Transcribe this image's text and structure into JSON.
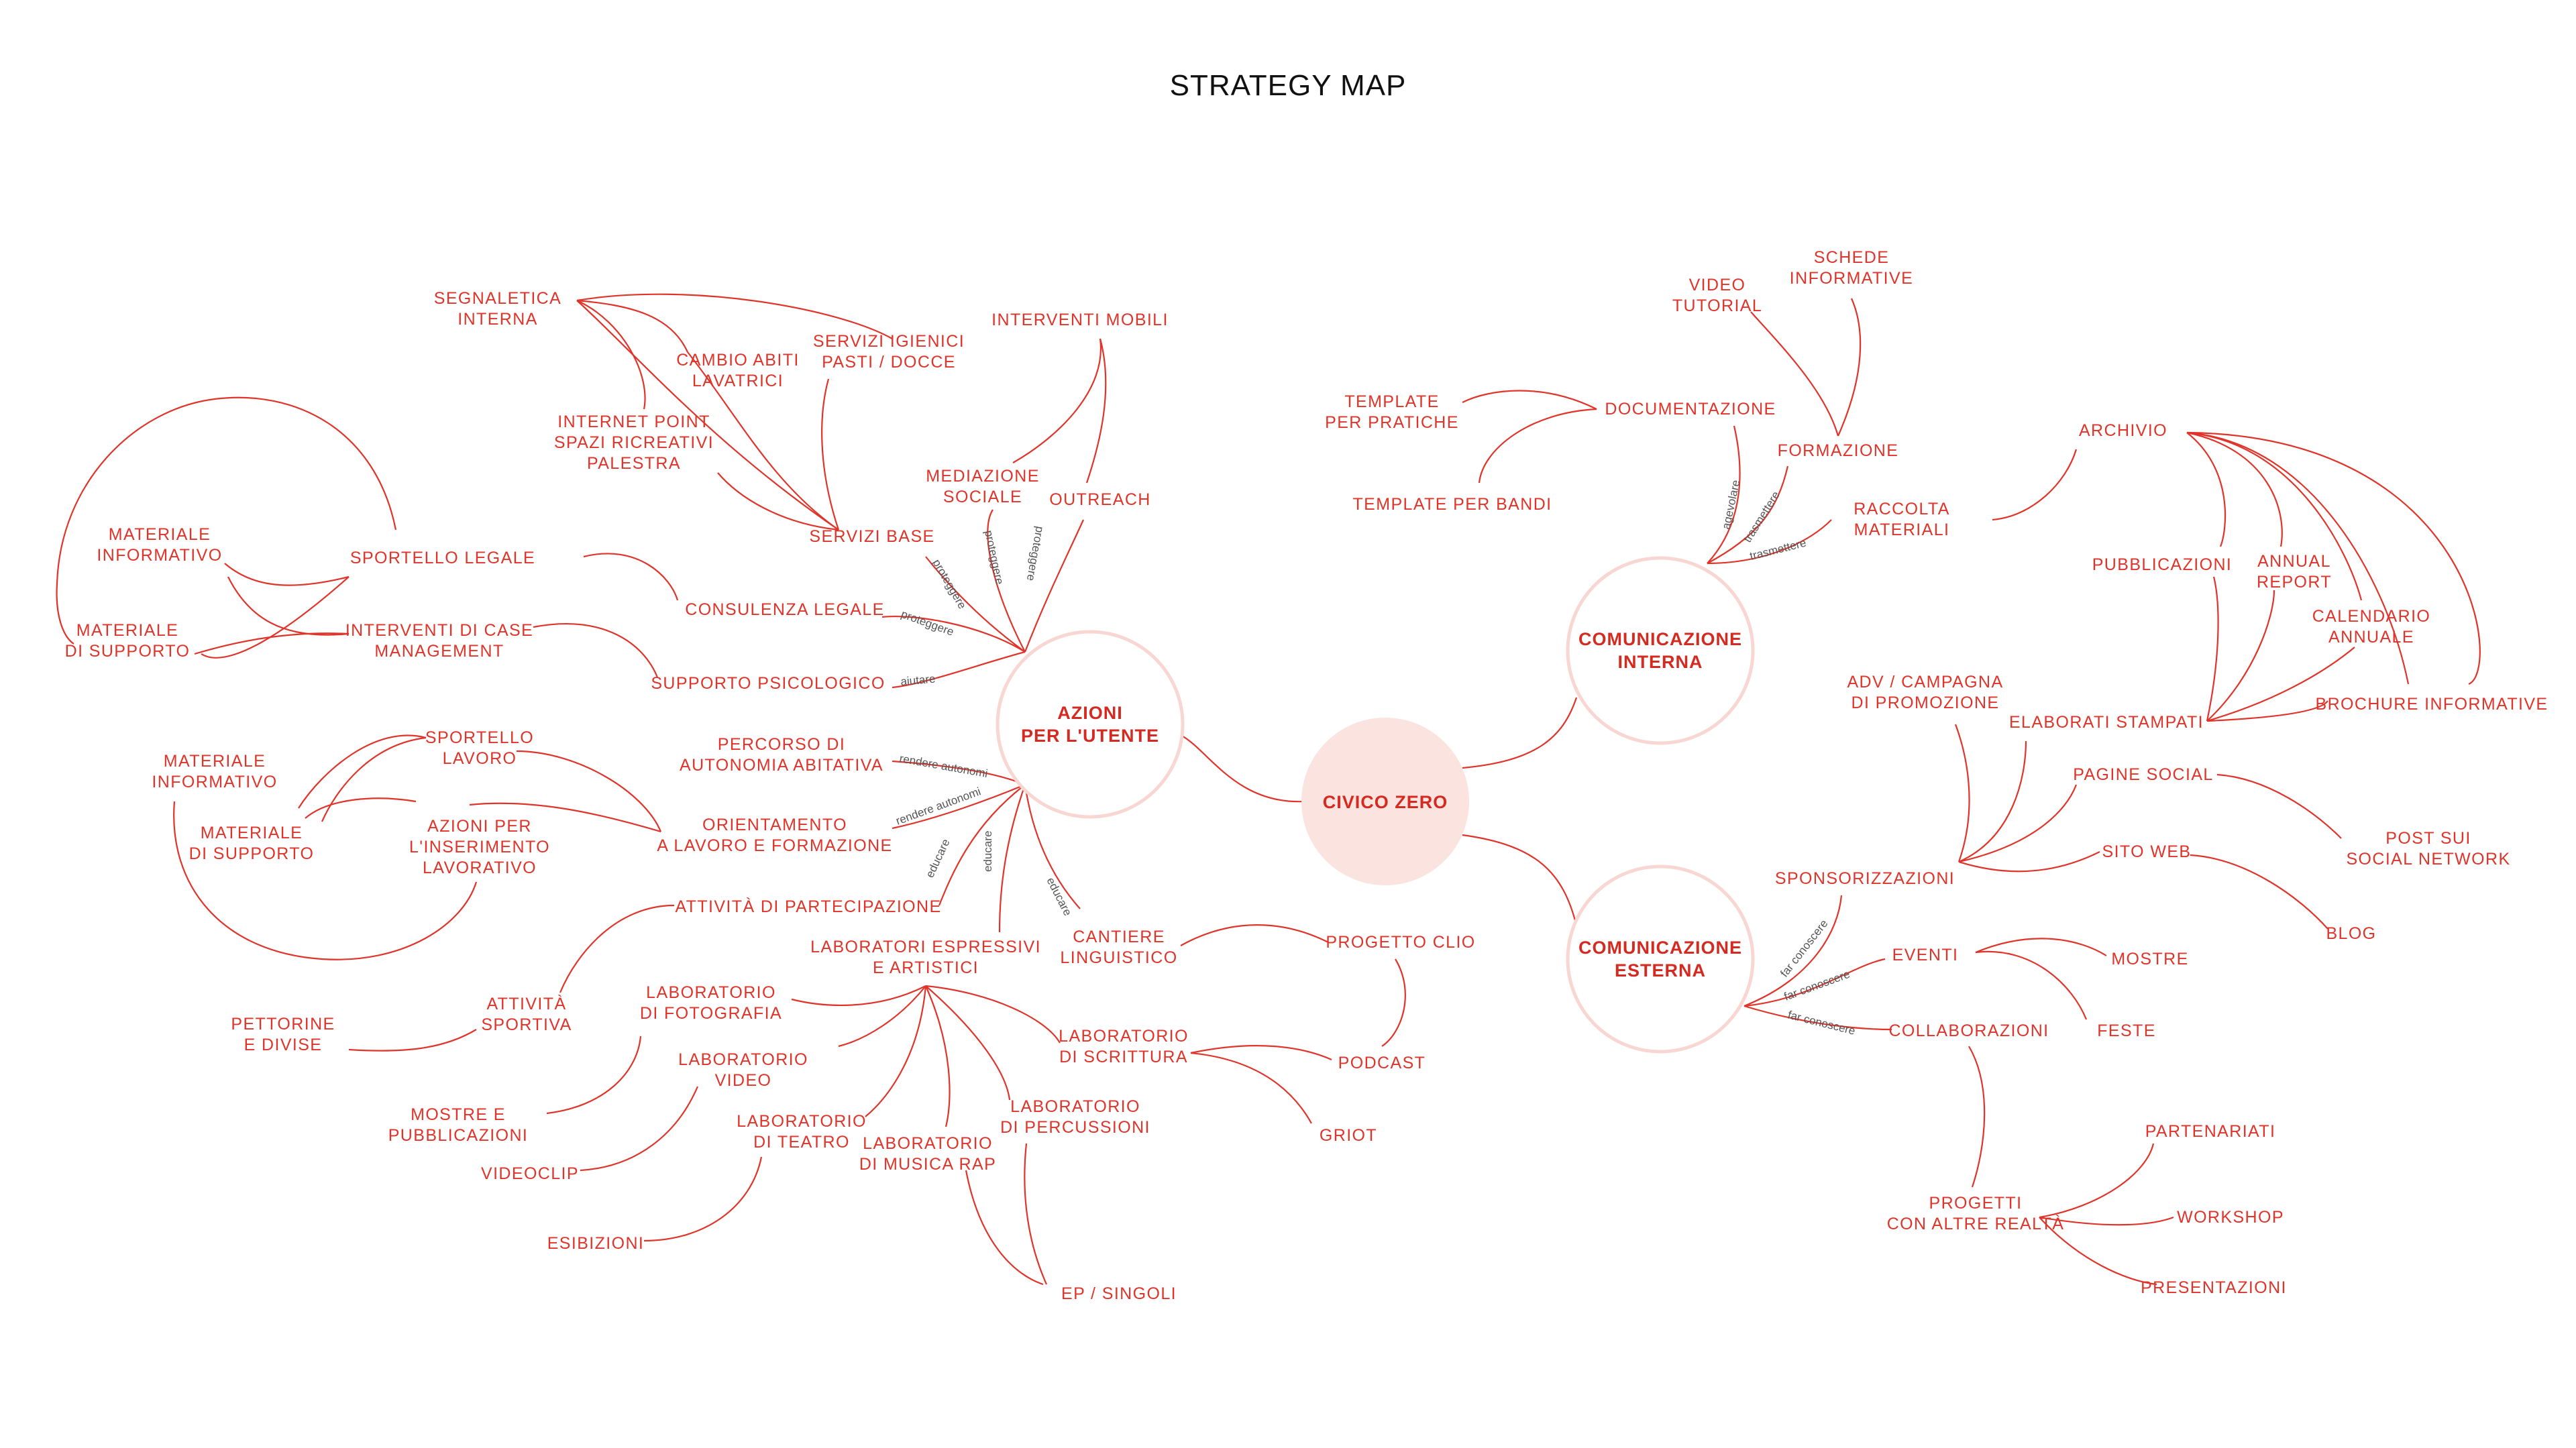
{
  "title": "STRATEGY MAP",
  "colors": {
    "accent": "#e0342a",
    "hub_fill": "#fbe3e0",
    "ring": "#f8d6d2",
    "verb": "#555555",
    "title": "#111111"
  },
  "hubs": {
    "center": [
      "CIVICO ZERO"
    ],
    "utente": [
      "AZIONI",
      "PER L'UTENTE"
    ],
    "interna": [
      "COMUNICAZIONE",
      "INTERNA"
    ],
    "esterna": [
      "COMUNICAZIONE",
      "ESTERNA"
    ]
  },
  "nodes": {
    "segnaletica": [
      "SEGNALETICA",
      "INTERNA"
    ],
    "cambio_abiti": [
      "CAMBIO ABITI",
      "LAVATRICI"
    ],
    "servizi_igienici": [
      "SERVIZI IGIENICI",
      "PASTI / DOCCE"
    ],
    "interventi_mobili": [
      "INTERVENTI MOBILI"
    ],
    "internet_point": [
      "INTERNET POINT",
      "SPAZI RICREATIVI",
      "PALESTRA"
    ],
    "mediazione": [
      "MEDIAZIONE",
      "SOCIALE"
    ],
    "outreach": [
      "OUTREACH"
    ],
    "servizi_base": [
      "SERVIZI BASE"
    ],
    "mat_info_1": [
      "MATERIALE",
      "INFORMATIVO"
    ],
    "sportello_legale": [
      "SPORTELLO LEGALE"
    ],
    "consulenza_legale": [
      "CONSULENZA LEGALE"
    ],
    "mat_supp_1": [
      "MATERIALE",
      "DI SUPPORTO"
    ],
    "case_management": [
      "INTERVENTI DI CASE",
      "MANAGEMENT"
    ],
    "supporto_psicologico": [
      "SUPPORTO PSICOLOGICO"
    ],
    "percorso_autonomia": [
      "PERCORSO DI",
      "AUTONOMIA ABITATIVA"
    ],
    "sportello_lavoro": [
      "SPORTELLO",
      "LAVORO"
    ],
    "mat_info_2": [
      "MATERIALE",
      "INFORMATIVO"
    ],
    "mat_supp_2": [
      "MATERIALE",
      "DI SUPPORTO"
    ],
    "azioni_inserimento": [
      "AZIONI PER",
      "L'INSERIMENTO",
      "LAVORATIVO"
    ],
    "orientamento": [
      "ORIENTAMENTO",
      "A LAVORO E FORMAZIONE"
    ],
    "attivita_partecipazione": [
      "ATTIVITÀ DI PARTECIPAZIONE"
    ],
    "laboratori_espressivi": [
      "LABORATORI ESPRESSIVI",
      "E ARTISTICI"
    ],
    "cantiere_linguistico": [
      "CANTIERE",
      "LINGUISTICO"
    ],
    "progetto_clio": [
      "PROGETTO CLIO"
    ],
    "attivita_sportiva": [
      "ATTIVITÀ",
      "SPORTIVA"
    ],
    "pettorine": [
      "PETTORINE",
      "E DIVISE"
    ],
    "lab_fotografia": [
      "LABORATORIO",
      "DI FOTOGRAFIA"
    ],
    "lab_video": [
      "LABORATORIO",
      "VIDEO"
    ],
    "lab_scrittura": [
      "LABORATORIO",
      "DI SCRITTURA"
    ],
    "podcast": [
      "PODCAST"
    ],
    "mostre_pubblicazioni": [
      "MOSTRE E",
      "PUBBLICAZIONI"
    ],
    "lab_teatro": [
      "LABORATORIO",
      "DI TEATRO"
    ],
    "lab_percussioni": [
      "LABORATORIO",
      "DI PERCUSSIONI"
    ],
    "lab_rap": [
      "LABORATORIO",
      "DI MUSICA RAP"
    ],
    "griot": [
      "GRIOT"
    ],
    "videoclip": [
      "VIDEOCLIP"
    ],
    "esibizioni": [
      "ESIBIZIONI"
    ],
    "ep_singoli": [
      "EP / SINGOLI"
    ],
    "schede_informative": [
      "SCHEDE",
      "INFORMATIVE"
    ],
    "video_tutorial": [
      "VIDEO",
      "TUTORIAL"
    ],
    "template_pratiche": [
      "TEMPLATE",
      "PER PRATICHE"
    ],
    "documentazione": [
      "DOCUMENTAZIONE"
    ],
    "formazione": [
      "FORMAZIONE"
    ],
    "template_bandi": [
      "TEMPLATE PER BANDI"
    ],
    "raccolta_materiali": [
      "RACCOLTA",
      "MATERIALI"
    ],
    "archivio": [
      "ARCHIVIO"
    ],
    "pubblicazioni": [
      "PUBBLICAZIONI"
    ],
    "annual_report": [
      "ANNUAL",
      "REPORT"
    ],
    "calendario_annuale": [
      "CALENDARIO",
      "ANNUALE"
    ],
    "adv_campagna": [
      "ADV / CAMPAGNA",
      "DI PROMOZIONE"
    ],
    "elaborati_stampati": [
      "ELABORATI STAMPATI"
    ],
    "brochure": [
      "BROCHURE INFORMATIVE"
    ],
    "pagine_social": [
      "PAGINE SOCIAL"
    ],
    "post_social": [
      "POST SUI",
      "SOCIAL NETWORK"
    ],
    "sito_web": [
      "SITO WEB"
    ],
    "sponsorizzazioni": [
      "SPONSORIZZAZIONI"
    ],
    "blog": [
      "BLOG"
    ],
    "eventi": [
      "EVENTI"
    ],
    "mostre": [
      "MOSTRE"
    ],
    "feste": [
      "FESTE"
    ],
    "collaborazioni": [
      "COLLABORAZIONI"
    ],
    "partenariati": [
      "PARTENARIATI"
    ],
    "progetti_altre": [
      "PROGETTI",
      "CON ALTRE REALTÀ"
    ],
    "workshop": [
      "WORKSHOP"
    ],
    "presentazioni": [
      "PRESENTAZIONI"
    ]
  },
  "verbs": {
    "v_prot_1": "proteggere",
    "v_prot_2": "proteggere",
    "v_prot_3": "proteggere",
    "v_prot_4": "proteggere",
    "v_aiutare": "aiutare",
    "v_rendere_1": "rendere autonomi",
    "v_rendere_2": "rendere autonomi",
    "v_educare_1": "educare",
    "v_educare_2": "educare",
    "v_educare_3": "educare",
    "v_agevolare": "agevolare",
    "v_trasm_1": "trasmettere",
    "v_trasm_2": "trasmettere",
    "v_far_1": "far conoscere",
    "v_far_2": "far conoscere",
    "v_far_3": "far conoscere"
  }
}
